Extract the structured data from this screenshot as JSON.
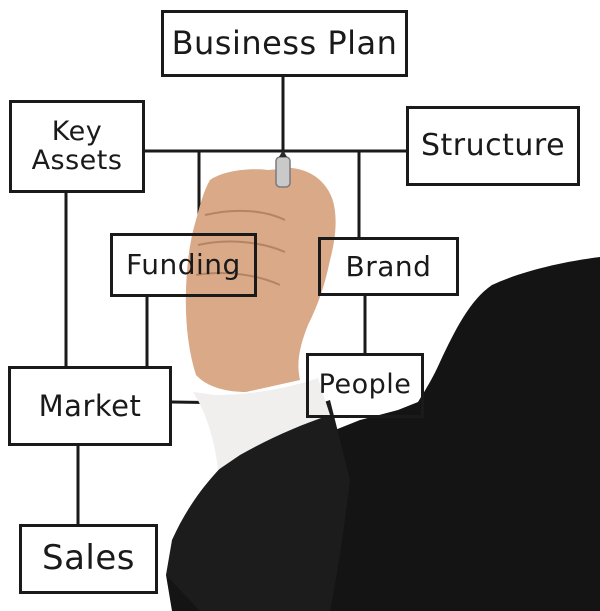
{
  "diagram": {
    "nodes": {
      "business_plan": "Business Plan",
      "key_assets_line1": "Key",
      "key_assets_line2": "Assets",
      "structure": "Structure",
      "funding": "Funding",
      "brand": "Brand",
      "market": "Market",
      "people": "People",
      "sales": "Sales"
    },
    "colors": {
      "ink": "#1a1a1a",
      "suit": "#141414",
      "skin": "#d9a988",
      "shirt": "#f1eeee"
    }
  }
}
